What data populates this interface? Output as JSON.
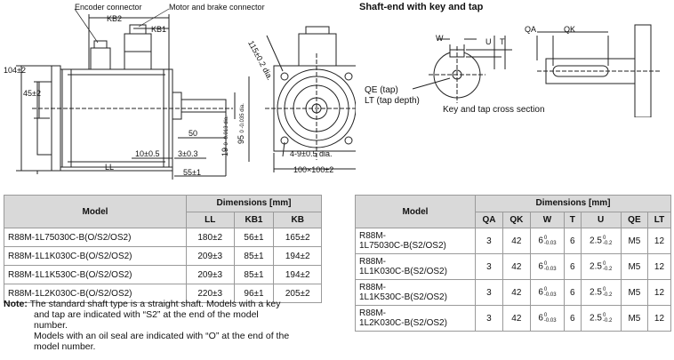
{
  "drawing": {
    "encoder_connector": "Encoder connector",
    "motor_brake_connector": "Motor and brake connector",
    "kb2": "KB2",
    "kb1": "KB1",
    "d104": "104±2",
    "d45": "45±2",
    "d50": "50",
    "d10": "10±0.5",
    "d3": "3±0.3",
    "d55": "55±1",
    "ll": "LL",
    "d19": "19",
    "d19tol": "0 -0.013 dia.",
    "d95": "95",
    "d95tol": "0 -0.035 dia.",
    "d115": "115±0.2 dia.",
    "hole": "4-9±0.5 dia.",
    "square": "100×100±2"
  },
  "shaft": {
    "title": "Shaft-end with key and tap",
    "w": "W",
    "u": "U",
    "t": "T",
    "qa": "QA",
    "qk": "QK",
    "qe": "QE (tap)",
    "lt": "LT (tap depth)",
    "section": "Key and tap cross section"
  },
  "table1": {
    "header_model": "Model",
    "header_dims": "Dimensions [mm]",
    "cols": [
      "LL",
      "KB1",
      "KB"
    ],
    "rows": [
      {
        "model": "R88M-1L75030C-B(O/S2/OS2)",
        "v": [
          "180±2",
          "56±1",
          "165±2"
        ]
      },
      {
        "model": "R88M-1L1K030C-B(O/S2/OS2)",
        "v": [
          "209±3",
          "85±1",
          "194±2"
        ]
      },
      {
        "model": "R88M-1L1K530C-B(O/S2/OS2)",
        "v": [
          "209±3",
          "85±1",
          "194±2"
        ]
      },
      {
        "model": "R88M-1L2K030C-B(O/S2/OS2)",
        "v": [
          "220±3",
          "96±1",
          "205±2"
        ]
      }
    ]
  },
  "table2": {
    "header_model": "Model",
    "header_dims": "Dimensions [mm]",
    "cols": [
      "QA",
      "QK",
      "W",
      "T",
      "U",
      "QE",
      "LT"
    ],
    "rows": [
      {
        "m1": "R88M-",
        "m2": "1L75030C-B(S2/OS2)",
        "qa": "3",
        "qk": "42",
        "w": "6",
        "w_hi": "0",
        "w_lo": "-0.03",
        "t": "6",
        "u": "2.5",
        "u_hi": "0",
        "u_lo": "-0.2",
        "qe": "M5",
        "lt": "12"
      },
      {
        "m1": "R88M-",
        "m2": "1L1K030C-B(S2/OS2)",
        "qa": "3",
        "qk": "42",
        "w": "6",
        "w_hi": "0",
        "w_lo": "-0.03",
        "t": "6",
        "u": "2.5",
        "u_hi": "0",
        "u_lo": "-0.2",
        "qe": "M5",
        "lt": "12"
      },
      {
        "m1": "R88M-",
        "m2": "1L1K530C-B(S2/OS2)",
        "qa": "3",
        "qk": "42",
        "w": "6",
        "w_hi": "0",
        "w_lo": "-0.03",
        "t": "6",
        "u": "2.5",
        "u_hi": "0",
        "u_lo": "-0.2",
        "qe": "M5",
        "lt": "12"
      },
      {
        "m1": "R88M-",
        "m2": "1L2K030C-B(S2/OS2)",
        "qa": "3",
        "qk": "42",
        "w": "6",
        "w_hi": "0",
        "w_lo": "-0.03",
        "t": "6",
        "u": "2.5",
        "u_hi": "0",
        "u_lo": "-0.2",
        "qe": "M5",
        "lt": "12"
      }
    ]
  },
  "notes": {
    "label": "Note:",
    "line1": "The standard shaft type is a straight shaft. Models with a key",
    "line2": "and tap are indicated with “S2” at the end of the model",
    "line3": "number.",
    "line4": "Models with an oil seal are indicated with “O” at the end of the",
    "line5": "model number."
  }
}
